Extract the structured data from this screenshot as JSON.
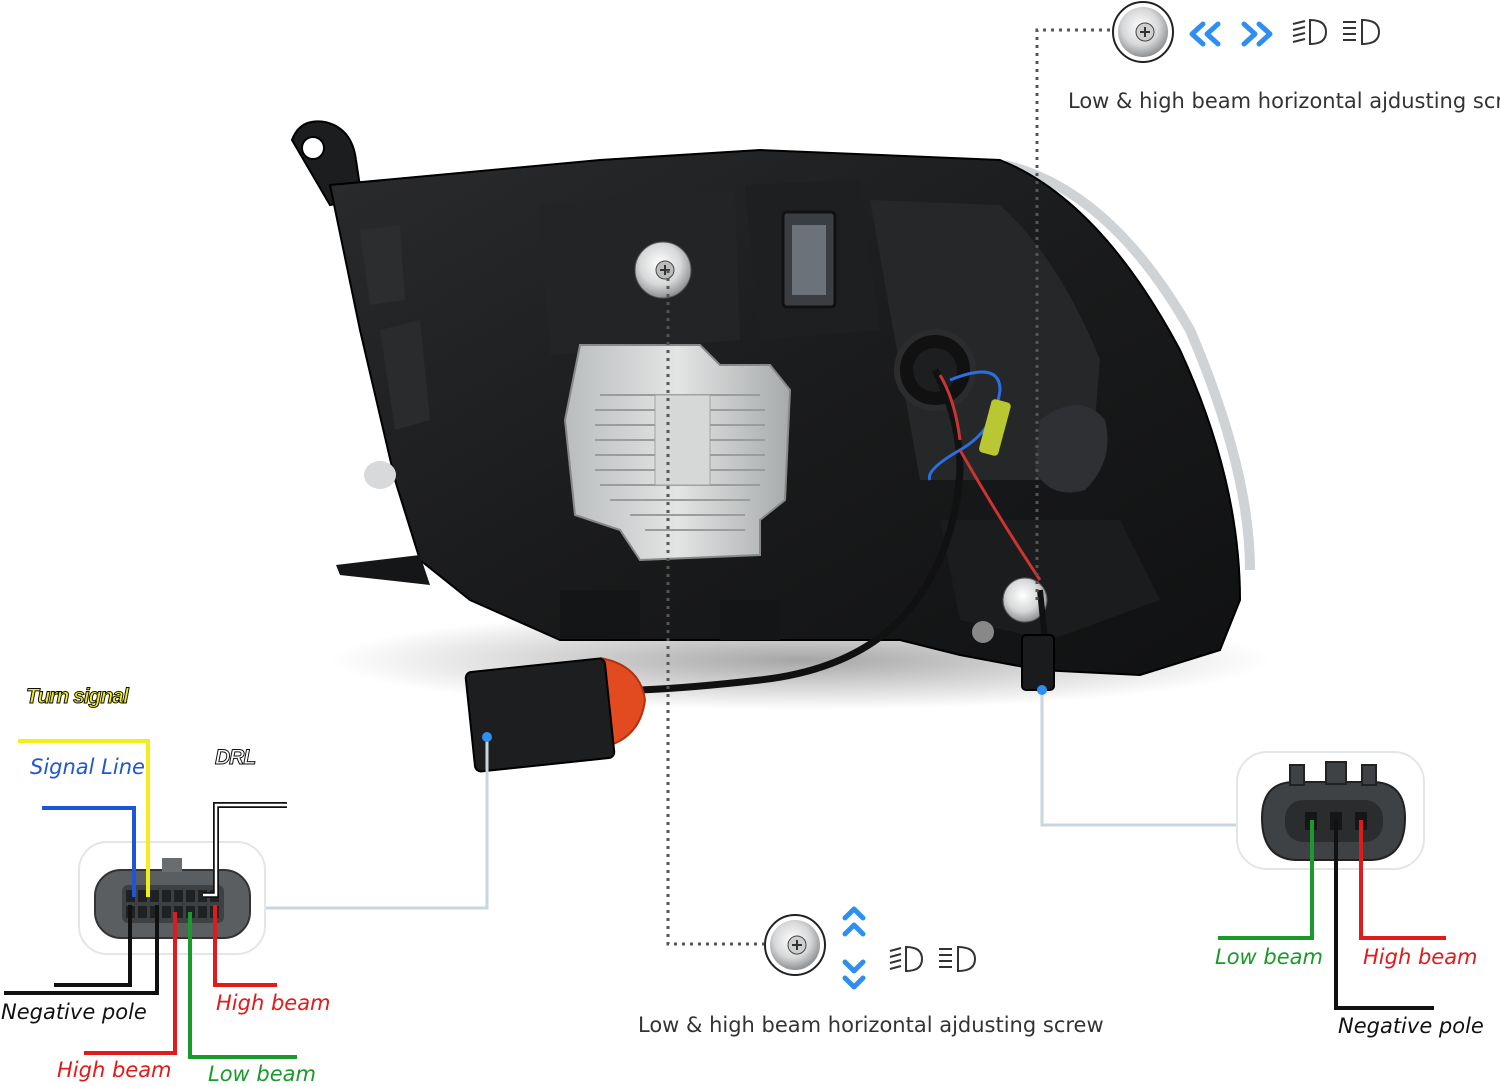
{
  "labels": {
    "top_screw": "Low & high beam horizontal ajdusting screw",
    "bottom_screw": "Low & high beam horizontal ajdusting screw",
    "turn_signal": "Turn signal",
    "signal_line": "Signal Line",
    "drl": "DRL",
    "left_negative_pole": "Negative pole",
    "left_high_beam_right": "High beam",
    "left_high_beam_bottom": "High beam",
    "left_low_beam": "Low beam",
    "right_low_beam": "Low beam",
    "right_high_beam": "High beam",
    "right_negative_pole": "Negative pole"
  },
  "icons": {
    "top_row": [
      "screw-icon",
      "chevrons-left-icon",
      "chevrons-right-icon",
      "low-beam-icon",
      "high-beam-icon"
    ],
    "bottom_row": [
      "screw-icon",
      "chevrons-up-icon",
      "chevrons-down-icon",
      "low-beam-icon",
      "high-beam-icon"
    ]
  },
  "colors": {
    "accent_blue": "#2f8ff0",
    "wire_yellow": "#f3ee1a",
    "wire_blue": "#1f55d6",
    "wire_black": "#111111",
    "wire_red": "#e01b1b",
    "wire_green": "#1a9a2a",
    "wire_white": "#ffffff",
    "leader_line": "#c9d6df",
    "dotted_line": "#555555"
  }
}
